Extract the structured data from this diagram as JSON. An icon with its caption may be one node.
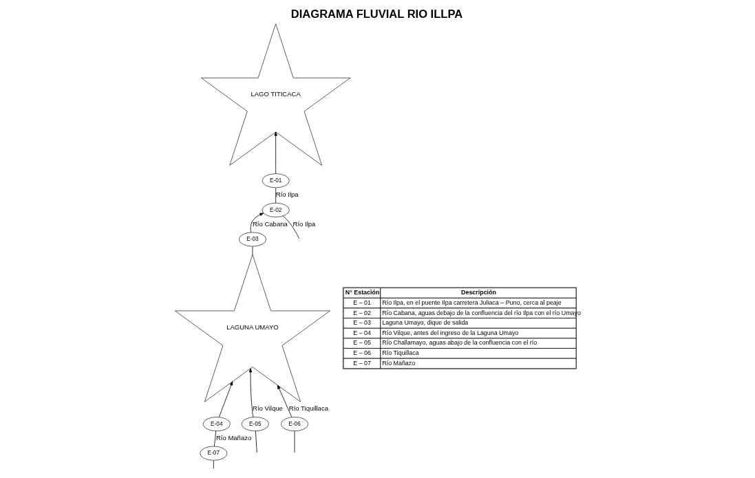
{
  "diagram": {
    "title": "DIAGRAMA FLUVIAL RIO ILLPA",
    "nodes": [
      {
        "text": [
          "E-02"
        ]
      },
      {
        "text": [
          "E-01"
        ]
      },
      {
        "text": [
          "LAGO TITICACA"
        ]
      },
      {
        "text": [
          "E-03"
        ]
      },
      {
        "text": [
          "E-04"
        ]
      },
      {
        "text": [
          "LAGUNA UMAYO"
        ]
      },
      {
        "text": [
          "E-07"
        ]
      },
      {
        "text": [
          "E-05"
        ]
      },
      {
        "text": [
          "E-06"
        ]
      }
    ],
    "edges": [
      {
        "from": null,
        "to": 0,
        "arrow": "none",
        "label": "Río Ilpa"
      },
      {
        "from": 0,
        "to": 1,
        "arrow": "none",
        "label": "Río Ilpa"
      },
      {
        "from": 1,
        "to": 2,
        "arrow": "to"
      },
      {
        "from": 3,
        "to": 0,
        "arrow": "to",
        "label": "Río Cabana"
      },
      {
        "from": 5,
        "to": 3,
        "arrow": "none"
      },
      {
        "from": 4,
        "to": 5,
        "arrow": "to"
      },
      {
        "from": 6,
        "to": 4,
        "arrow": "none",
        "label": "Río Mañazo"
      },
      {
        "from": null,
        "to": 6,
        "arrow": "none"
      },
      {
        "from": 7,
        "to": 5,
        "arrow": "to",
        "label": "Río Vilque"
      },
      {
        "from": null,
        "to": 7,
        "arrow": "none"
      },
      {
        "from": 8,
        "to": 5,
        "arrow": "to",
        "label": "Río Tiquillaca"
      },
      {
        "from": null,
        "to": 8,
        "arrow": "none"
      }
    ],
    "labels": [
      "N° Estación",
      "Descripción",
      "E – 01",
      "Río Ilpa, en el puente Ilpa carretera Juliaca – Puno, cerca al peaje",
      "E – 02",
      "Río Cabana, aguas debajo de la confluencia del río Ilpa con el río Umayo",
      "E – 03",
      "Laguna Umayo, dique de salida",
      "E – 04",
      "Río Vilque, antes del ingreso de la Laguna Umayo",
      "E – 05",
      "Río Challamayo, aguas abajo de la confluencia con el río",
      "E – 06",
      "Río Tiquillaca",
      "E – 07",
      "Río Mañazo"
    ]
  }
}
